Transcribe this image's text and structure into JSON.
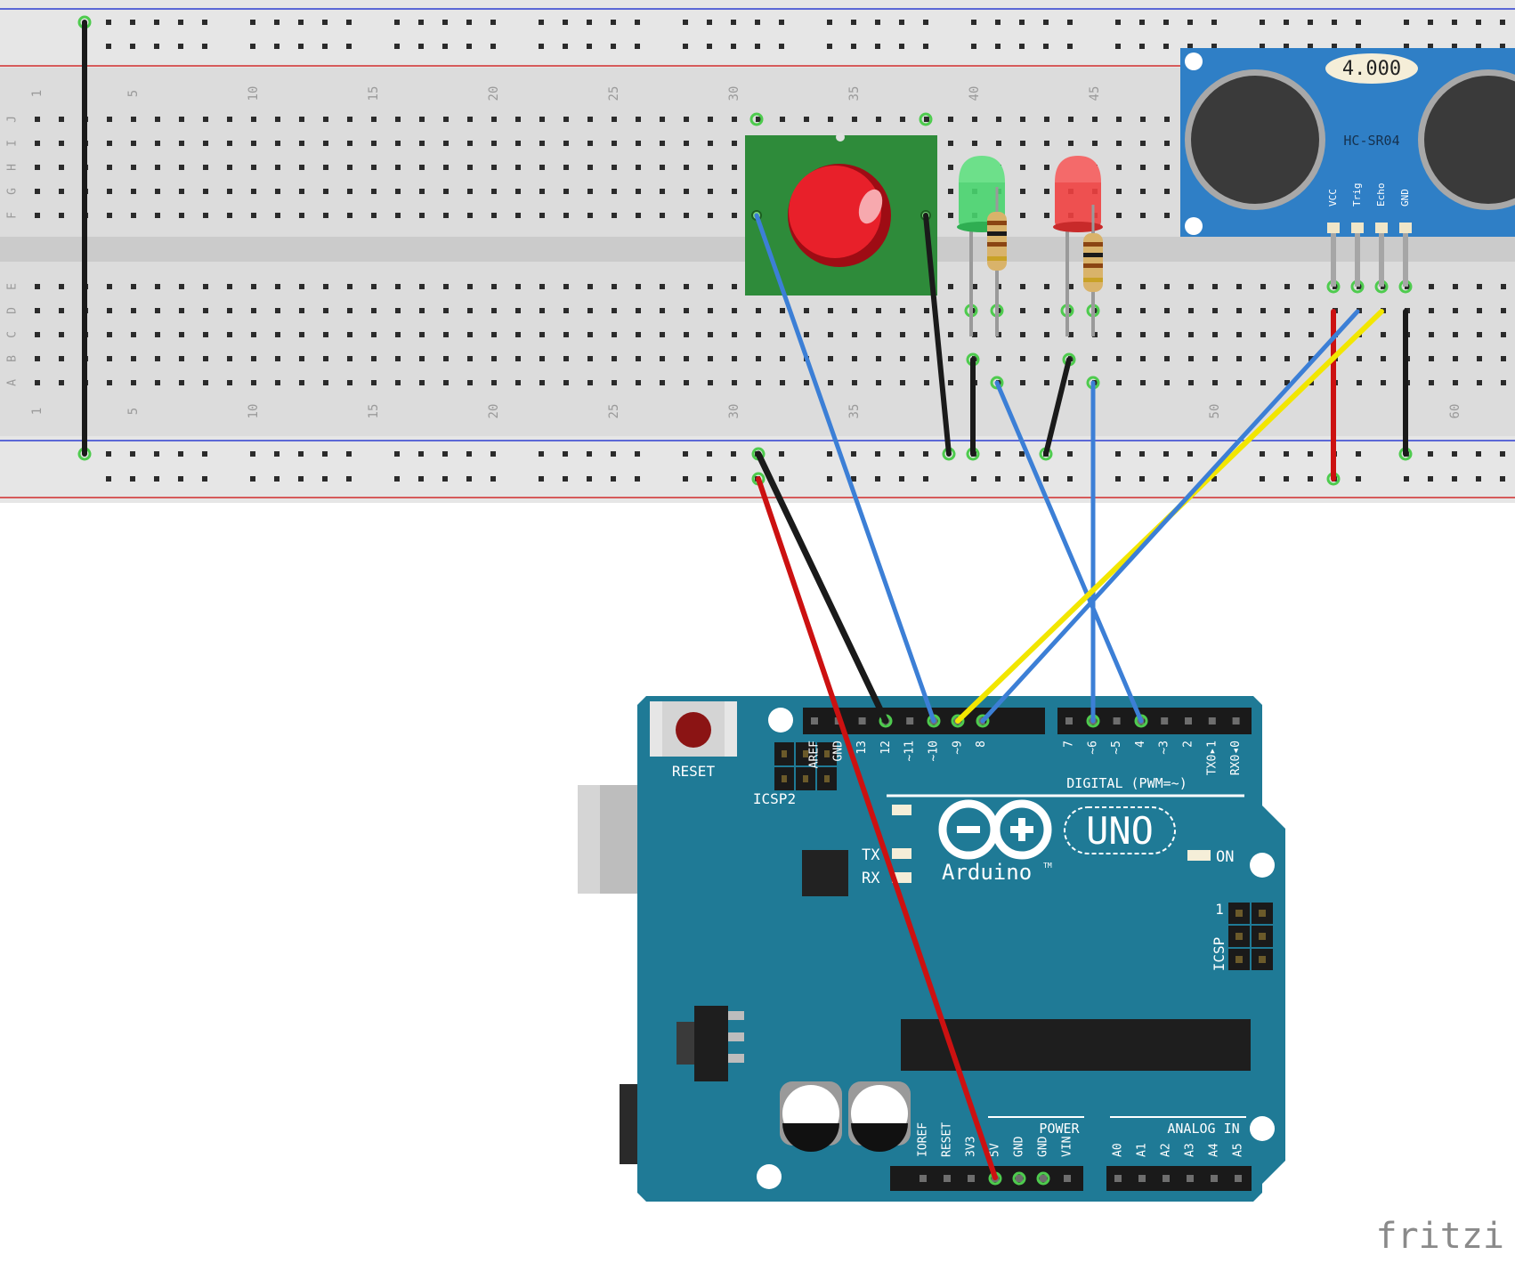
{
  "breadboard": {
    "row_letters_top": [
      "J",
      "I",
      "H",
      "G",
      "F"
    ],
    "row_letters_bottom": [
      "E",
      "D",
      "C",
      "B",
      "A"
    ],
    "column_numbers_top": [
      "1",
      "5",
      "10",
      "15",
      "20",
      "25",
      "30",
      "35",
      "40",
      "45"
    ],
    "column_numbers_bottom": [
      "1",
      "5",
      "10",
      "15",
      "20",
      "25",
      "30",
      "35",
      "50",
      "60"
    ]
  },
  "sensor": {
    "display": "4.000",
    "model": "HC-SR04",
    "pins": [
      "VCC",
      "Trig",
      "Echo",
      "GND"
    ]
  },
  "arduino": {
    "reset_label": "RESET",
    "icsp2_label": "ICSP2",
    "digital_pins_left": [
      "AREF",
      "GND",
      "13",
      "12",
      "~11",
      "~10",
      "~9",
      "8"
    ],
    "digital_pins_right": [
      "7",
      "~6",
      "~5",
      "4",
      "~3",
      "2",
      "TX0▸1",
      "RX0◂0"
    ],
    "digital_label": "DIGITAL (PWM=~)",
    "brand": "Arduino",
    "trademark": "TM",
    "model": "UNO",
    "tx_label": "TX",
    "rx_label": "RX",
    "on_label": "ON",
    "icsp_label": "ICSP",
    "icsp_pin1": "1",
    "power_label": "POWER",
    "power_pins": [
      "IOREF",
      "RESET",
      "3V3",
      "5V",
      "GND",
      "GND",
      "VIN"
    ],
    "analog_label": "ANALOG IN",
    "analog_pins": [
      "A0",
      "A1",
      "A2",
      "A3",
      "A4",
      "A5"
    ]
  },
  "watermark": "fritzi",
  "colors": {
    "board": "#1f7a96",
    "breadboard": "#d9d9d9",
    "wire_blue": "#3c7fd6",
    "wire_black": "#1a1a1a",
    "wire_red": "#cc1111",
    "wire_yellow": "#f2e600",
    "sensor": "#2f7fc6",
    "button_pcb": "#2e8b3a"
  }
}
